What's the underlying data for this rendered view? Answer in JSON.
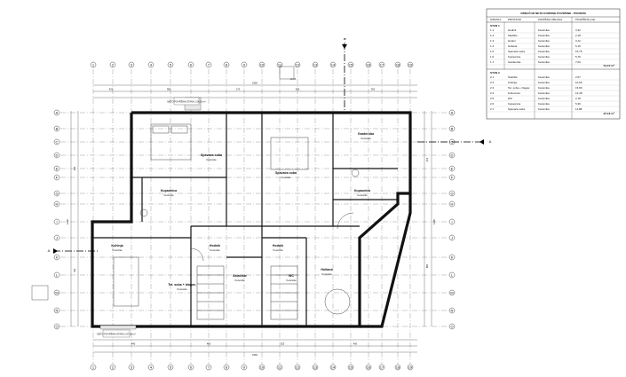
{
  "table": {
    "title": "OBRAČUN NETO KORISNE POVRŠINE - PODRUM",
    "headers": [
      "OZNAKA",
      "PROSTOR",
      "ZAVRŠNA OBLOGA",
      "POVRŠINA (m2)"
    ],
    "unit1_label": "STAN 1",
    "unit1_rows": [
      [
        "1.1",
        "Hodnik",
        "Keramika",
        "3,32"
      ],
      [
        "1.2",
        "Sladište",
        "Keramika",
        "2,18"
      ],
      [
        "1.3",
        "Hotani",
        "Keramika",
        "3,12"
      ],
      [
        "1.4",
        "Holtana",
        "Keramika",
        "6,10"
      ],
      [
        "1.5",
        "Spavaća soba",
        "Keramika",
        "15,75"
      ],
      [
        "1.6",
        "Kupaonica",
        "Keramika",
        "5,76"
      ],
      [
        "1.7",
        "Garderoba",
        "Keramika",
        "7,00"
      ]
    ],
    "unit1_total": "54,10 m²",
    "unit2_label": "STAN 2",
    "unit2_rows": [
      [
        "2.1",
        "Stubište",
        "Keramika",
        "2,57"
      ],
      [
        "2.2",
        "Kuhinja",
        "Keramika",
        "10,66"
      ],
      [
        "2.3",
        "Tet. soba + blagav.",
        "Keramika",
        "15,80"
      ],
      [
        "2.4",
        "Kotlovnica",
        "Keramika",
        "13,48"
      ],
      [
        "2.5",
        "WC",
        "Keramika",
        "2,78"
      ],
      [
        "2.6",
        "Kupaonica",
        "Keramika",
        "5,36"
      ],
      [
        "2.7",
        "Spavaća soba",
        "Keramika",
        "11,88"
      ]
    ],
    "unit2_total": "97,18 m²"
  },
  "section_markers": {
    "a_left": "A",
    "a_right": "A",
    "b_top": "B"
  },
  "grid_columns": [
    "1",
    "2",
    "3",
    "4",
    "5",
    "6",
    "7",
    "8",
    "9",
    "10",
    "11",
    "12",
    "13",
    "14",
    "15",
    "16",
    "17",
    "18",
    "19"
  ],
  "grid_rows": [
    "A",
    "B",
    "C",
    "D",
    "E",
    "F",
    "G",
    "H",
    "I",
    "J",
    "K",
    "L",
    "M",
    "N",
    "O"
  ],
  "rooms": {
    "r_spavaca1": {
      "name": "Spavaća soba",
      "sub": "Keramika"
    },
    "r_spavaca2": {
      "name": "Spavaća soba",
      "sub": "Keramika"
    },
    "r_kupaonica1": {
      "name": "Kupaonica",
      "sub": "Keramika"
    },
    "r_kupaonica2": {
      "name": "Kupaonica",
      "sub": "Keramika"
    },
    "r_garderoba": {
      "name": "Garderoba",
      "sub": "Keramika"
    },
    "r_kuhinja": {
      "name": "Kuhinja",
      "sub": "Keramika"
    },
    "r_hodnik": {
      "name": "Hodnik",
      "sub": "Keramika"
    },
    "r_hodnik2": {
      "name": "Hodnik",
      "sub": "Keramika"
    },
    "r_dnevna": {
      "name": "Tet. soba + blagav.",
      "sub": "Keramika"
    },
    "r_skladiste": {
      "name": "Skladište",
      "sub": "Keramika"
    },
    "r_wc": {
      "name": "WC",
      "sub": "Keramika"
    },
    "r_holtana": {
      "name": "Holtana",
      "sub": "Keramika"
    }
  },
  "dims": {
    "top_total": "1960",
    "top_a": "420",
    "top_b": "380",
    "top_c": "170",
    "top_d": "430",
    "top_e": "300",
    "bottom_total": "1960",
    "bottom_a": "440",
    "bottom_b": "460",
    "bottom_c": "325",
    "bottom_d": "490",
    "left_total": "1290",
    "left_a": "530",
    "left_b": "760",
    "right_total": "1290",
    "right_a": "410",
    "right_b": "880"
  },
  "notes": {
    "n1": "NETO POVRŠINA STANA 1 54,10 m²",
    "n2": "NETO POVRŠINA STANA 2 97,18 m²",
    "level": "±0.00"
  }
}
